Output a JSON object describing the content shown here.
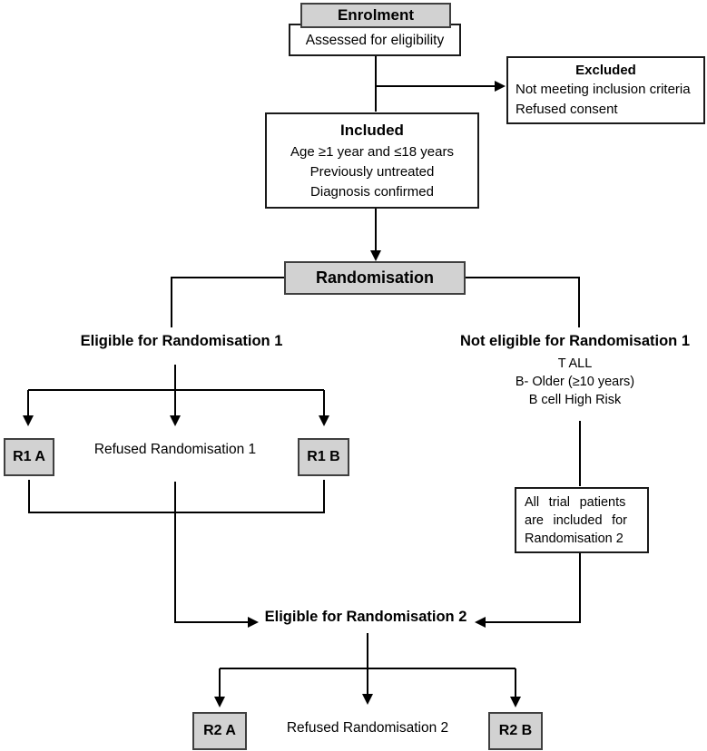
{
  "diagram": {
    "enrolment_label": "Enrolment",
    "assessed_label": "Assessed for eligibility",
    "excluded": {
      "title": "Excluded",
      "lines": [
        "Not meeting inclusion criteria",
        "Refused consent"
      ]
    },
    "included": {
      "title": "Included",
      "lines": [
        "Age ≥1 year and ≤18 years",
        "Previously untreated",
        "Diagnosis confirmed"
      ]
    },
    "randomisation_label": "Randomisation",
    "left_branch": {
      "heading": "Eligible for Randomisation 1",
      "r1a_label": "R1 A",
      "refused_label": "Refused Randomisation 1",
      "r1b_label": "R1 B"
    },
    "right_branch": {
      "heading": "Not eligible for Randomisation 1",
      "criteria": [
        "T ALL",
        "B- Older (≥10 years)",
        "B cell High Risk"
      ],
      "all_trial_lines": [
        "All trial patients",
        "are included for",
        "Randomisation 2"
      ]
    },
    "eligible_r2_label": "Eligible for Randomisation 2",
    "bottom": {
      "r2a_label": "R2 A",
      "refused_label": "Refused Randomisation 2",
      "r2b_label": "R2 B"
    },
    "colors": {
      "box_fill_gray": "#d2d2d2",
      "box_border_dark": "#3f3f3f",
      "box_border_black": "#1a1a1a",
      "line": "#000000",
      "background": "#ffffff"
    }
  }
}
